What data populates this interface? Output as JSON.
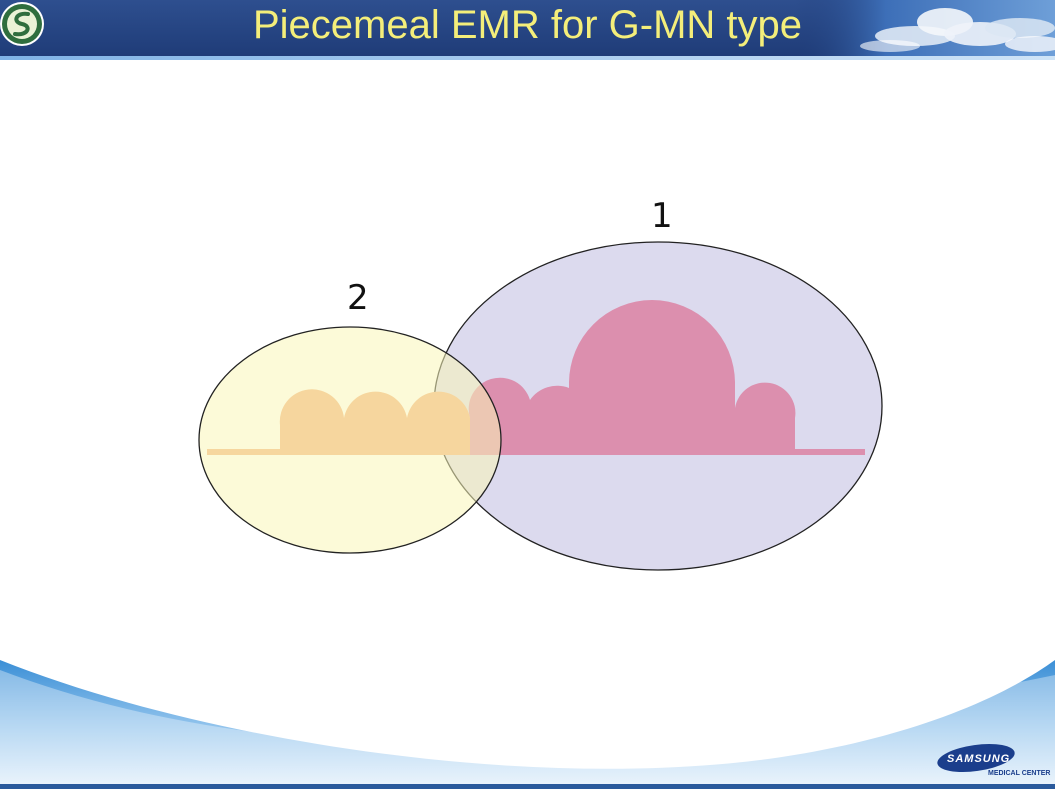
{
  "slide": {
    "title": "Piecemeal EMR for G-MN type"
  },
  "diagram": {
    "labels": {
      "resection_1": "1",
      "resection_2": "2"
    },
    "colors": {
      "ellipse_1_fill": "#dcdaee",
      "ellipse_2_fill": "#f9f6b8",
      "lesion_pink": "#dc8fae",
      "lesion_orange": "#f2b07e",
      "outline": "#222222"
    }
  },
  "logo": {
    "brand": "SAMSUNG",
    "subtitle": "MEDICAL CENTER"
  }
}
